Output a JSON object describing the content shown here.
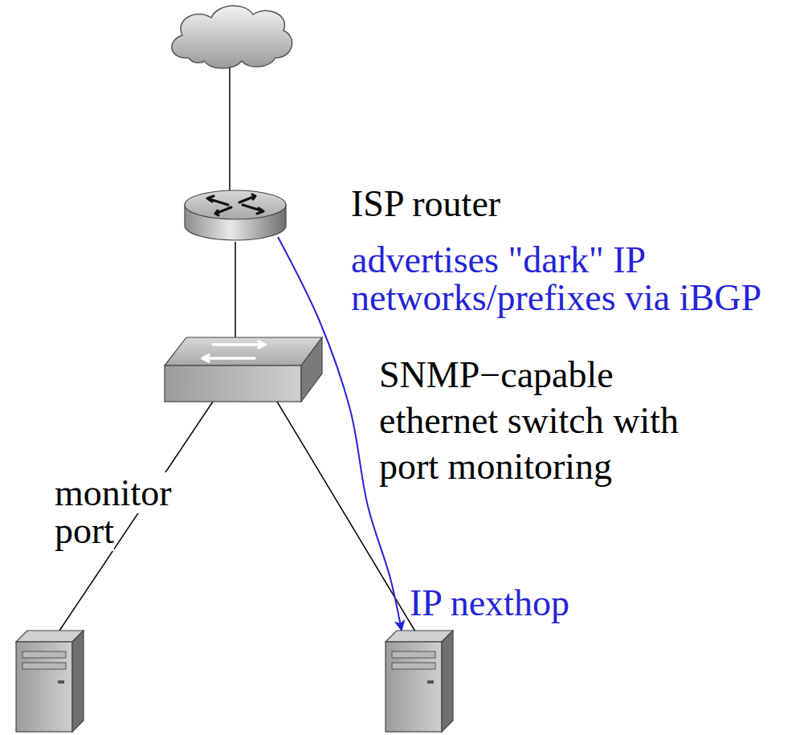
{
  "diagram": {
    "nodes": [
      {
        "text": []
      },
      {
        "text": [
          "ISP router"
        ]
      },
      {
        "text": [
          "SNMP−capable ethernet switch with port monitoring"
        ]
      },
      {
        "text": []
      },
      {
        "text": [
          "IP nexthop"
        ]
      }
    ],
    "edges": [
      {
        "from": 0,
        "to": 1,
        "arrow": "none"
      },
      {
        "from": 1,
        "to": 2,
        "arrow": "none"
      },
      {
        "from": 2,
        "to": 3,
        "arrow": "none",
        "label": "monitor port"
      },
      {
        "from": 2,
        "to": 4,
        "arrow": "none"
      },
      {
        "from": 1,
        "to": 4,
        "arrow": "to",
        "label": "advertises \"dark\" IP networks/prefixes via iBGP"
      }
    ]
  }
}
